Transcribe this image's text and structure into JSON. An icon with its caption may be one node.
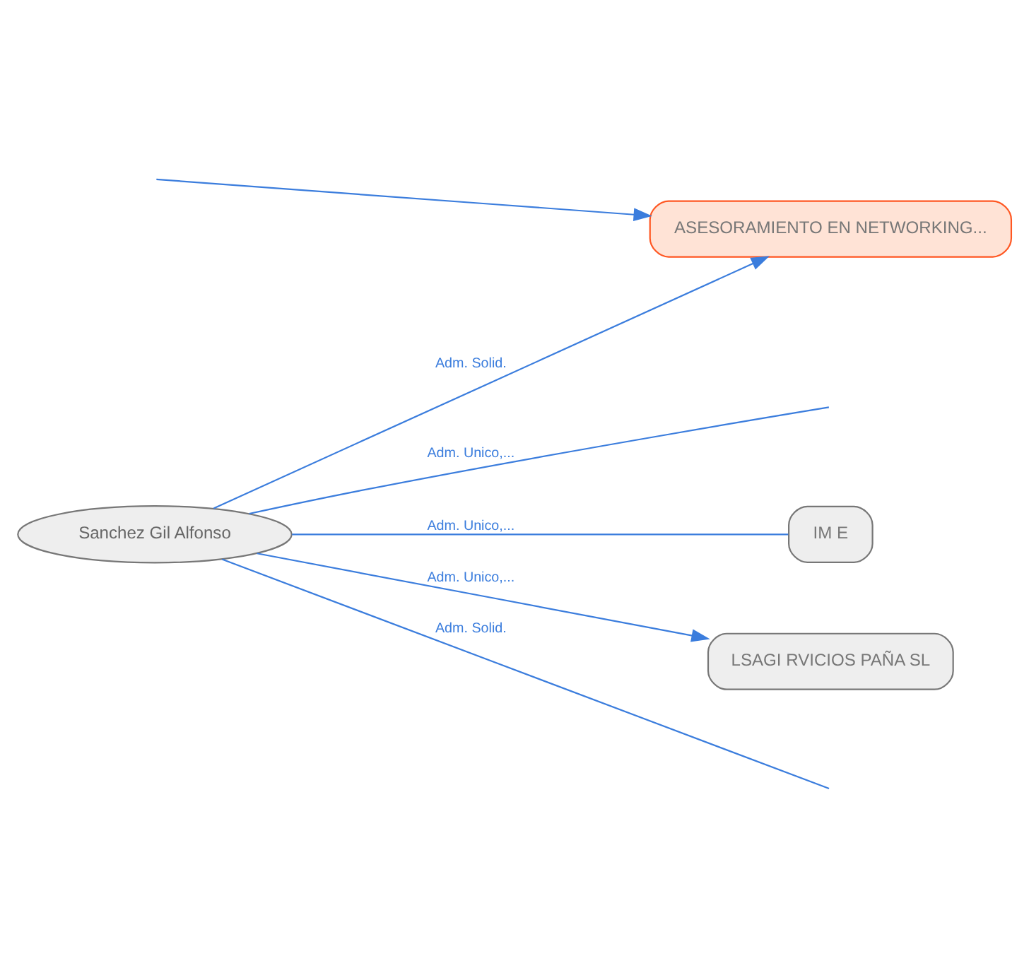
{
  "diagram": {
    "nodes": [
      {
        "text": [
          "ASESORAMIENTO EN NETWORKING..."
        ]
      },
      {
        "text": [
          "IM E"
        ]
      },
      {
        "text": [
          "Sanchez Gil Alfonso"
        ]
      },
      {
        "text": [
          "LSAGI RVICIOS PAÑA SL"
        ]
      }
    ],
    "edges": [
      {
        "from": null,
        "to": 0,
        "arrow": "to"
      },
      {
        "from": 2,
        "to": 0,
        "arrow": "to",
        "label": "Adm. Solid."
      },
      {
        "from": 2,
        "to": 1,
        "arrow": "none",
        "label": "Adm. Unico,..."
      },
      {
        "from": 2,
        "to": 3,
        "arrow": "to",
        "label": "Adm. Unico,..."
      },
      {
        "from": 2,
        "to": null,
        "arrow": "none",
        "label": "Adm. Solid."
      },
      {
        "from": 2,
        "to": null,
        "arrow": "none",
        "label": "Adm. Unico,..."
      }
    ]
  }
}
